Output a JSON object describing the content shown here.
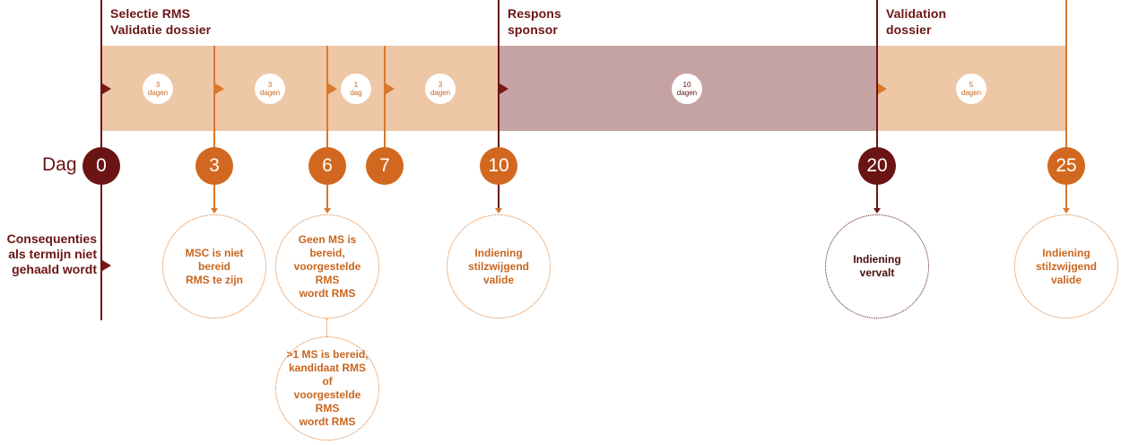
{
  "phases": [
    {
      "title_lines": [
        "Selectie RMS",
        "Validatie dossier"
      ]
    },
    {
      "title_lines": [
        "Respons",
        "sponsor"
      ]
    },
    {
      "title_lines": [
        "Validation",
        "dossier"
      ]
    }
  ],
  "durations": [
    {
      "num": "3",
      "unit": "dagen"
    },
    {
      "num": "3",
      "unit": "dagen"
    },
    {
      "num": "1",
      "unit": "dag"
    },
    {
      "num": "3",
      "unit": "dagen"
    },
    {
      "num": "10",
      "unit": "dagen"
    },
    {
      "num": "5",
      "unit": "dagen"
    }
  ],
  "day_label": "Dag",
  "days": [
    "0",
    "3",
    "6",
    "7",
    "10",
    "20",
    "25"
  ],
  "consequences_label": [
    "Consequenties",
    "als termijn niet",
    "gehaald wordt"
  ],
  "consequences": [
    {
      "day": "3",
      "lines": [
        "MSC is niet bereid",
        "RMS te zijn"
      ]
    },
    {
      "day": "6",
      "lines": [
        "Geen MS is bereid,",
        "voorgestelde RMS",
        "wordt RMS"
      ]
    },
    {
      "day": "6",
      "lines": [
        ">1 MS is bereid,",
        "kandidaat RMS of",
        "voorgestelde RMS",
        "wordt RMS"
      ]
    },
    {
      "day": "10",
      "lines": [
        "Indiening",
        "stilzwijgend",
        "valide"
      ]
    },
    {
      "day": "20",
      "lines": [
        "Indiening",
        "vervalt"
      ]
    },
    {
      "day": "25",
      "lines": [
        "Indiening",
        "stilzwijgend",
        "valide"
      ]
    }
  ],
  "colors": {
    "dark_red": "#6b1414",
    "orange": "#d2681f",
    "band_light": "#edc7a6",
    "band_mauve": "#c6a3a3"
  }
}
